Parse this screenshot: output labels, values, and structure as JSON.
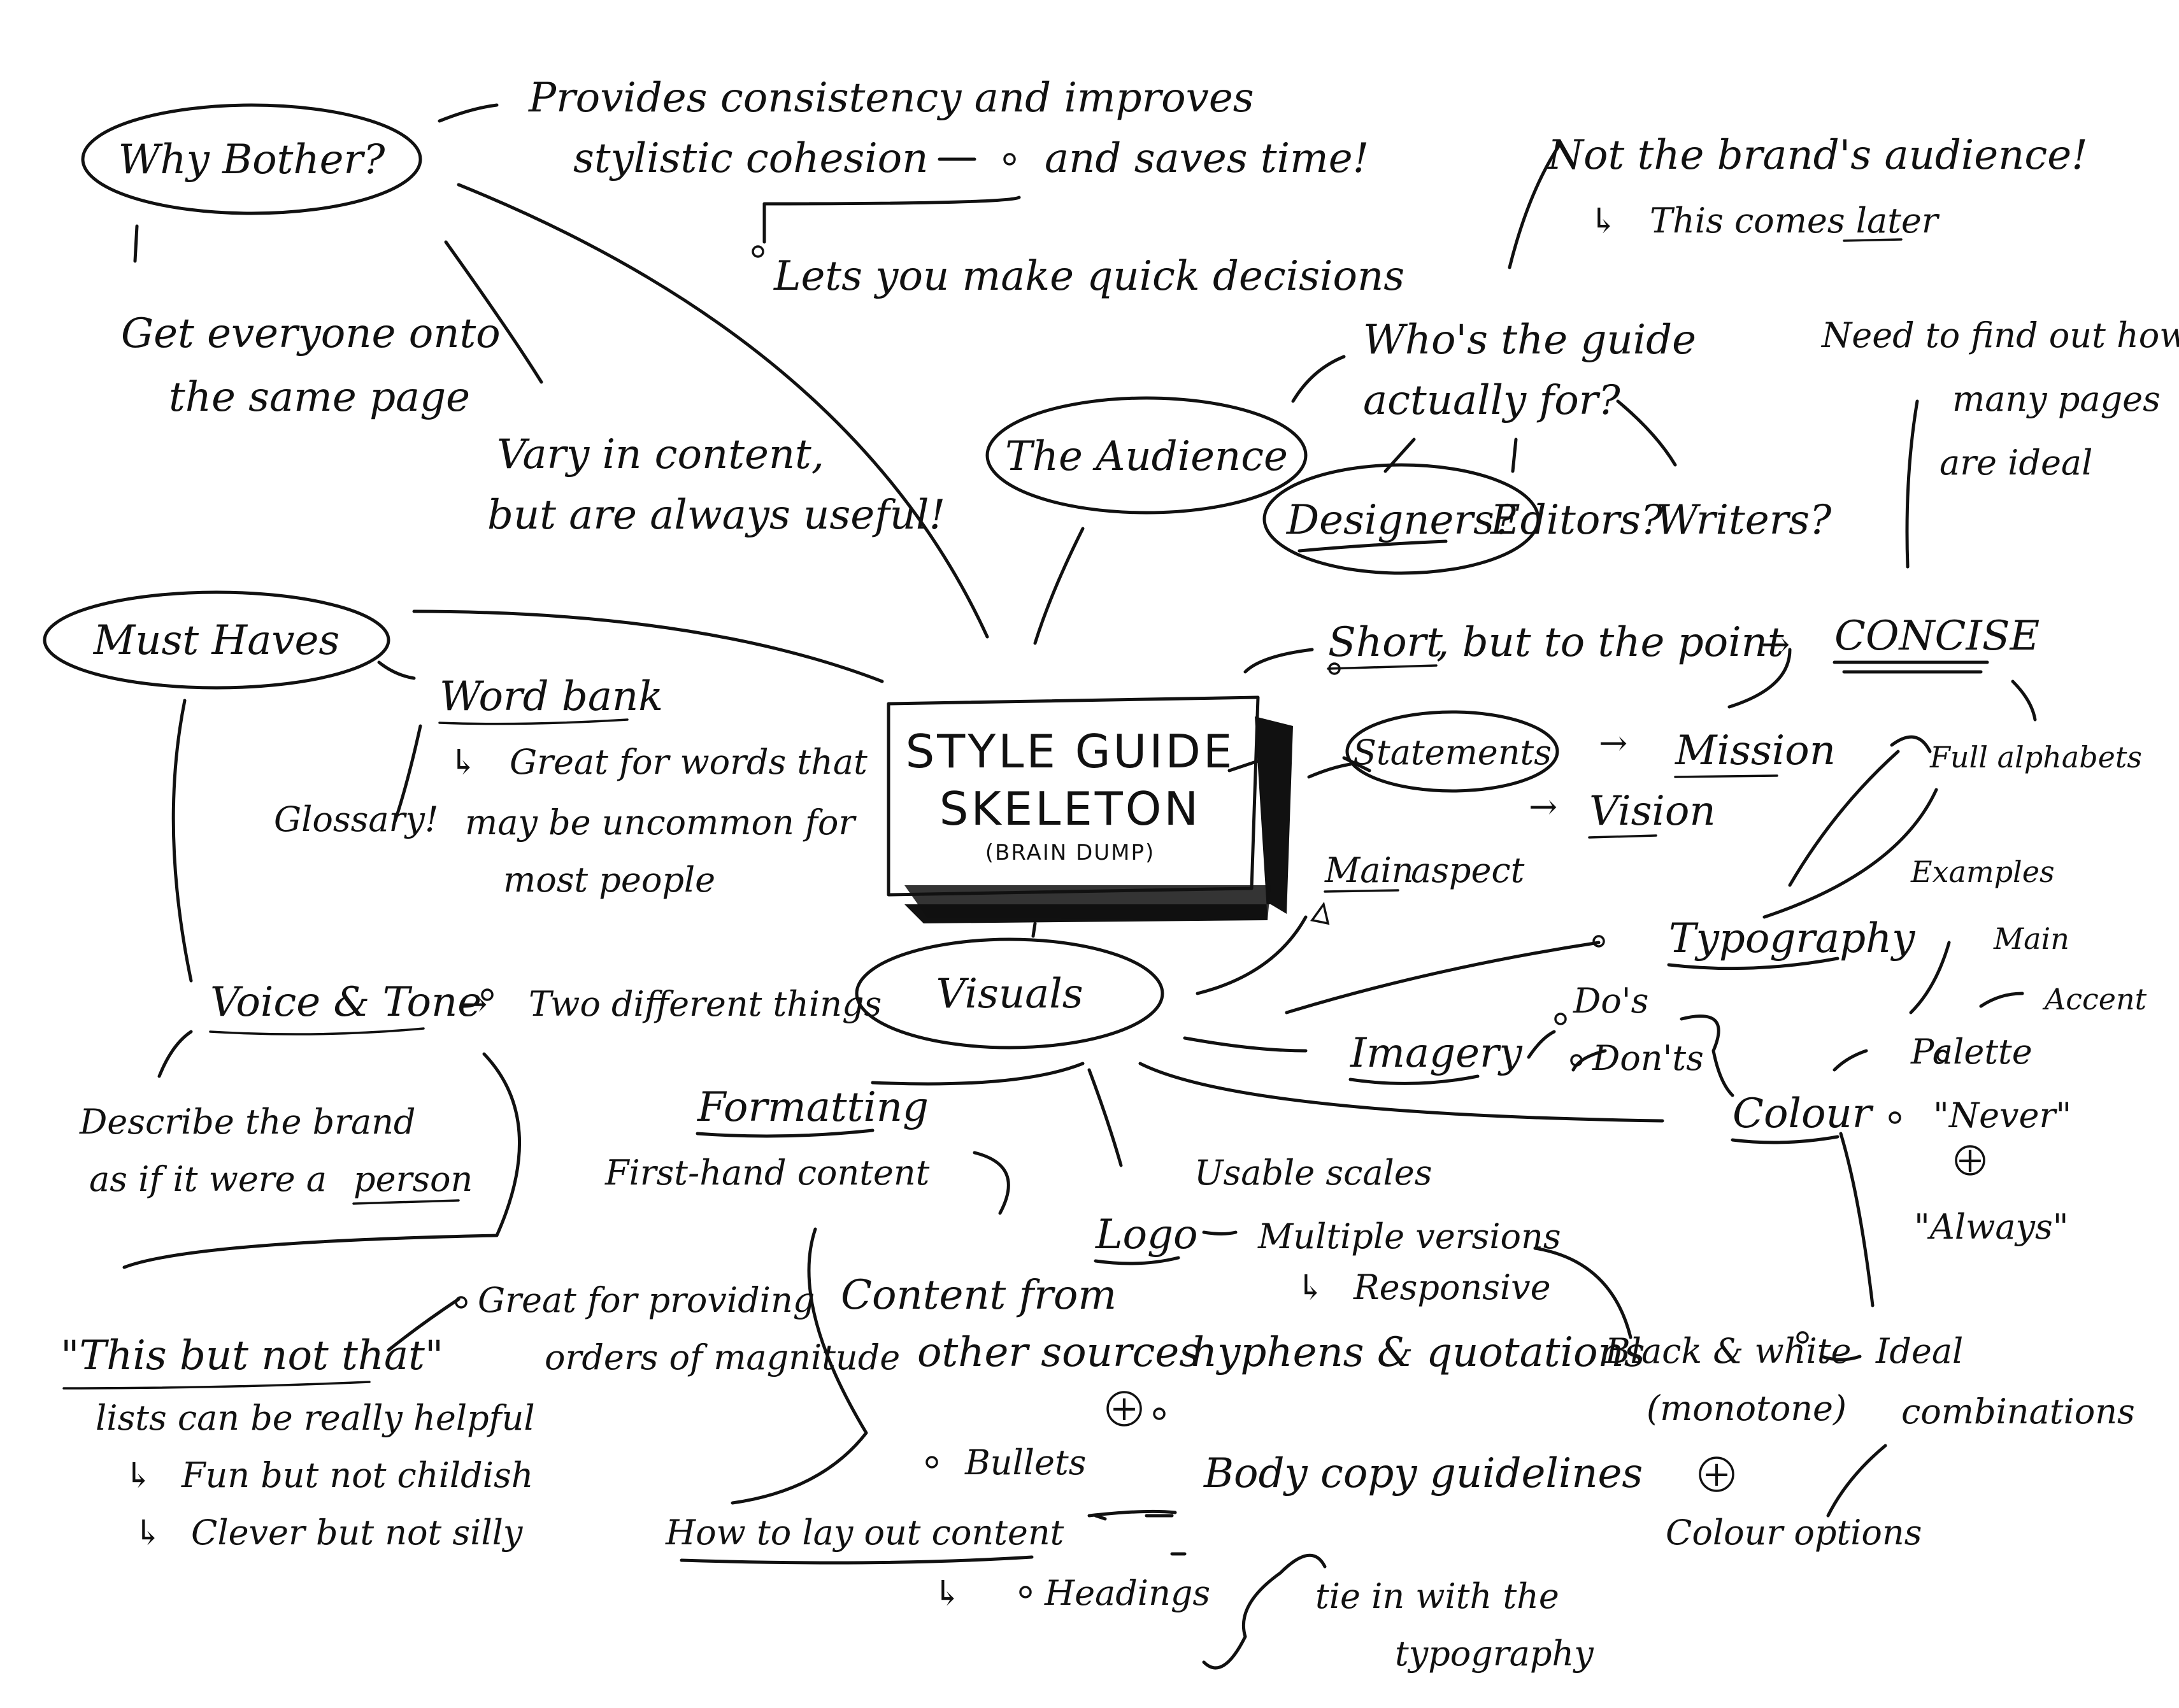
{
  "center": {
    "title_line1": "STYLE GUIDE",
    "title_line2": "SKELETON",
    "subtitle": "(BRAIN DUMP)"
  },
  "why_bother": {
    "bubble": "Why Bother?",
    "benefit_1": "Provides consistency and improves",
    "benefit_2": "stylistic cohesion",
    "saves_time": "and saves time!",
    "quick_decisions": "Lets you make quick decisions",
    "same_page_1": "Get everyone onto",
    "same_page_2": "the same page",
    "vary_1": "Vary in content,",
    "vary_2": "but are always useful!"
  },
  "audience": {
    "bubble": "The Audience",
    "not_brand": "Not the brand's audience!",
    "comes_later": "This comes later",
    "who_1": "Who's the guide",
    "who_2": "actually for?",
    "designers": "Designers?",
    "editors": "Editors?",
    "writers": "Writers?"
  },
  "pages_note": {
    "line1": "Need to find out how",
    "line2": "many pages",
    "line3": "are ideal"
  },
  "must_haves": {
    "bubble": "Must Haves",
    "word_bank": "Word bank",
    "great_1": "Great for words that",
    "great_2": "may be uncommon for",
    "great_3": "most people",
    "glossary": "Glossary!",
    "voice_tone": "Voice & Tone",
    "two_things": "Two different things",
    "describe_1": "Describe the brand",
    "describe_2": "as if it were a",
    "person": "person",
    "this_but": "\"This but not that\"",
    "lists": "lists can be really helpful",
    "fun": "Fun but not childish",
    "clever": "Clever but not silly",
    "magnitude_1": "Great for providing",
    "magnitude_2": "orders of magnitude"
  },
  "right_top": {
    "short": "Short",
    "to_point": ", but to the point",
    "concise": "CONCISE",
    "statements": "Statements",
    "mission": "Mission",
    "vision": "Vision",
    "main_aspect_a": "Main",
    "main_aspect_b": "aspect"
  },
  "visuals": {
    "bubble": "Visuals",
    "typography": "Typography",
    "full_alphabets": "Full alphabets",
    "examples": "Examples",
    "imagery": "Imagery",
    "dos": "Do's",
    "donts": "Don'ts",
    "colour": "Colour",
    "palette": "Palette",
    "main": "Main",
    "accent": "Accent",
    "never": "\"Never\"",
    "always": "\"Always\"",
    "plus": "+",
    "ideal_1": "Ideal",
    "ideal_2": "combinations",
    "bw_1": "Black & white",
    "bw_2": "(monotone)",
    "colour_options": "Colour options",
    "logo": "Logo",
    "usable_scales": "Usable scales",
    "multiple_versions": "Multiple versions",
    "responsive": "Responsive"
  },
  "formatting": {
    "label": "Formatting",
    "first_hand": "First-hand content",
    "content_from_1": "Content from",
    "content_from_2": "other sources",
    "hyphens": "hyphens & quotations",
    "bullets": "Bullets",
    "layout": "How to lay out content",
    "headings": "Headings",
    "body_copy": "Body copy guidelines",
    "tie_1": "tie in with the",
    "tie_2": "typography"
  },
  "glyphs": {
    "arrow": "→",
    "hook": "↳"
  }
}
